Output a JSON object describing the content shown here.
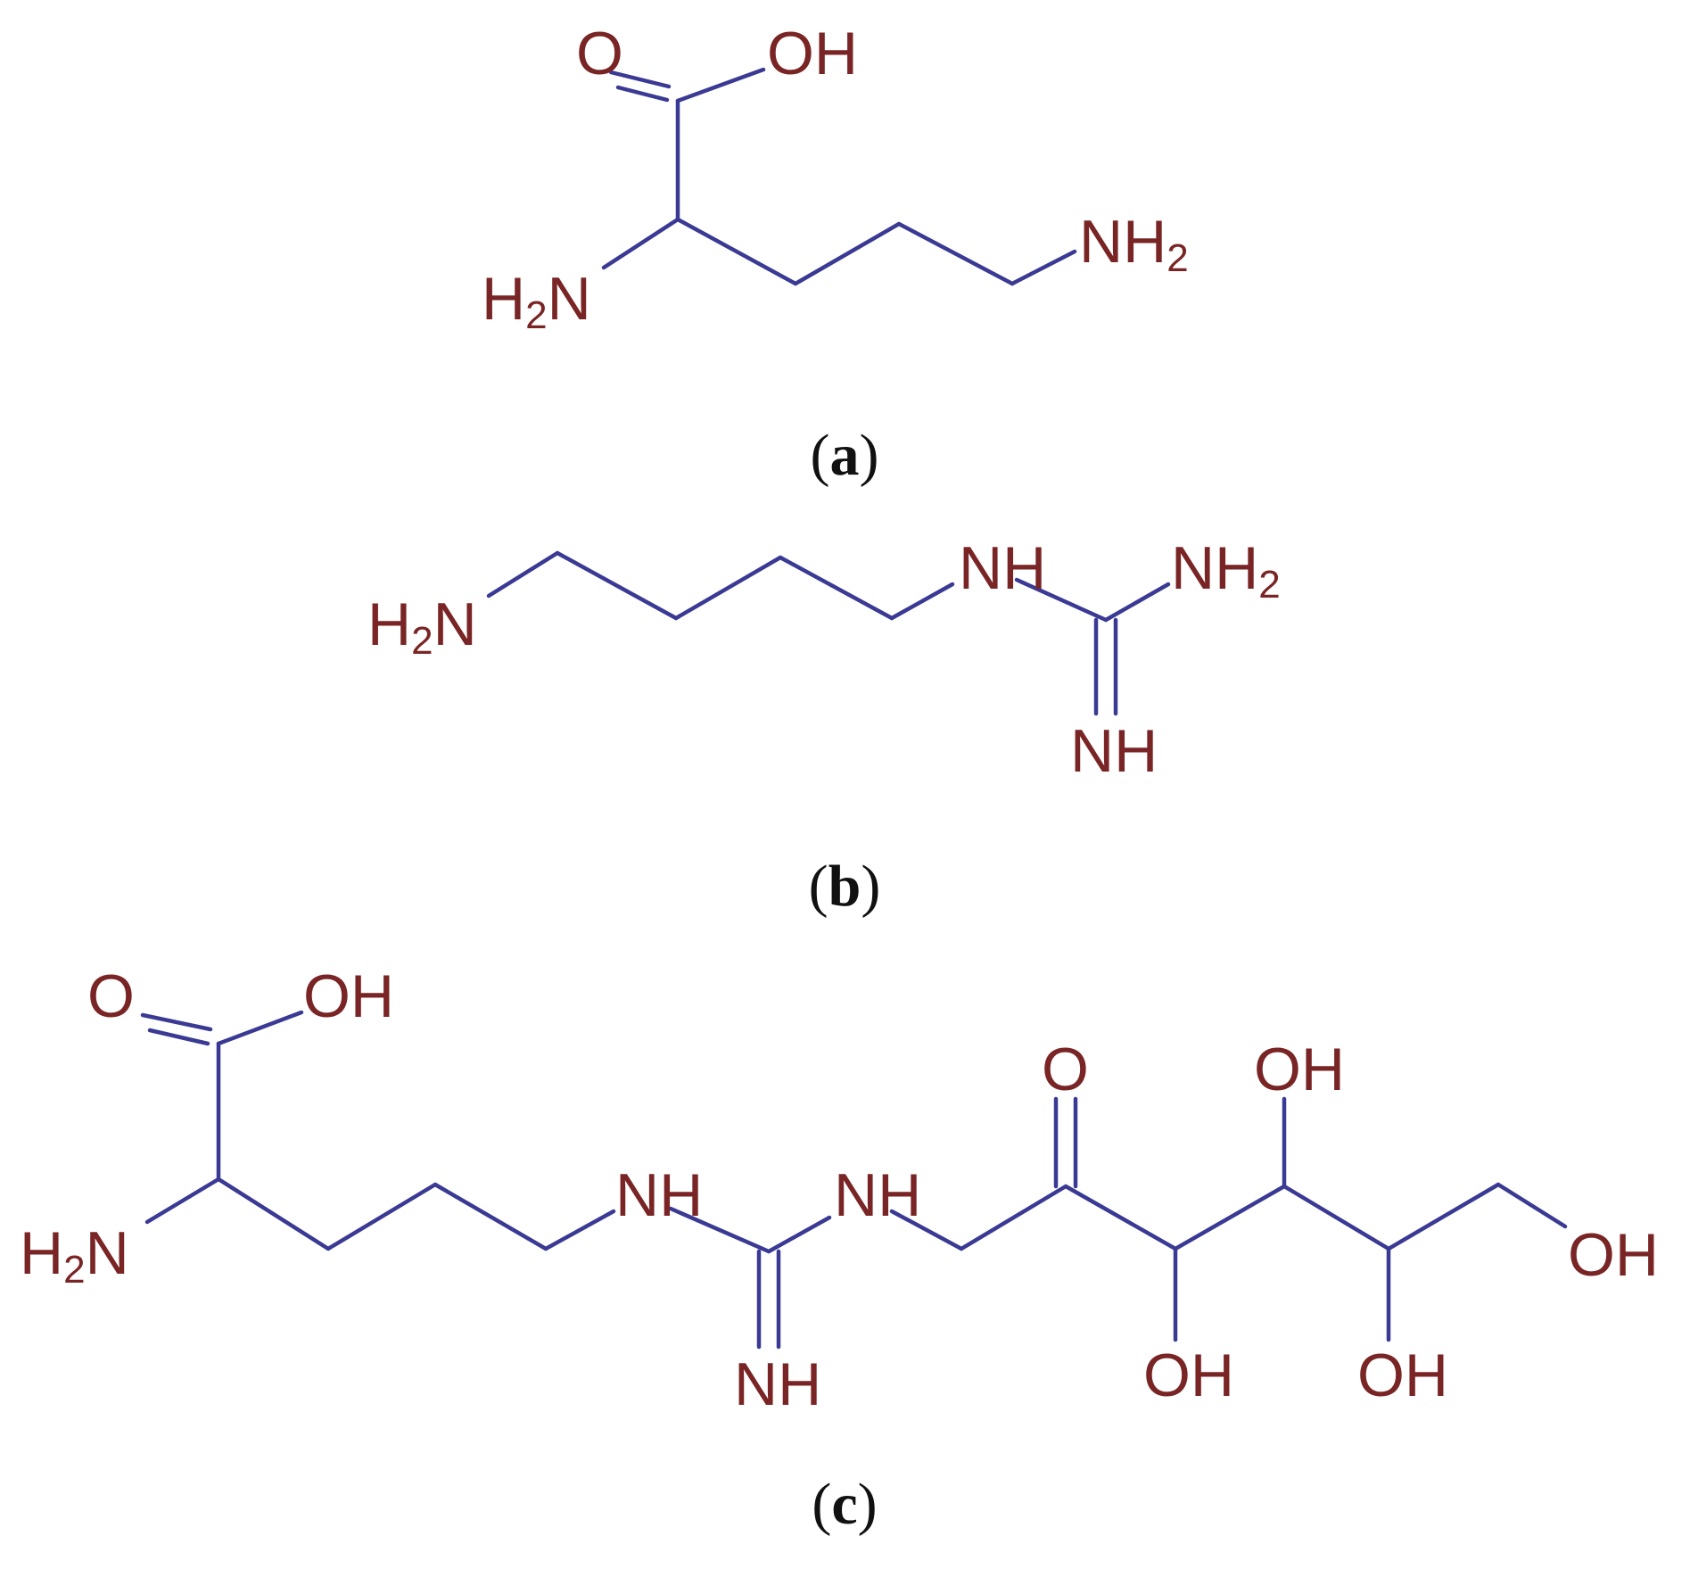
{
  "panels": [
    {
      "label_letter": "a"
    },
    {
      "label_letter": "b"
    },
    {
      "label_letter": "c"
    }
  ],
  "atoms": {
    "O": "O",
    "OH": "OH",
    "NH": "NH",
    "H": "H",
    "N": "N",
    "sub2": "2"
  },
  "colors": {
    "bond": "#3a3a94",
    "atom_label": "#7a2525",
    "panel_label": "#111111"
  }
}
